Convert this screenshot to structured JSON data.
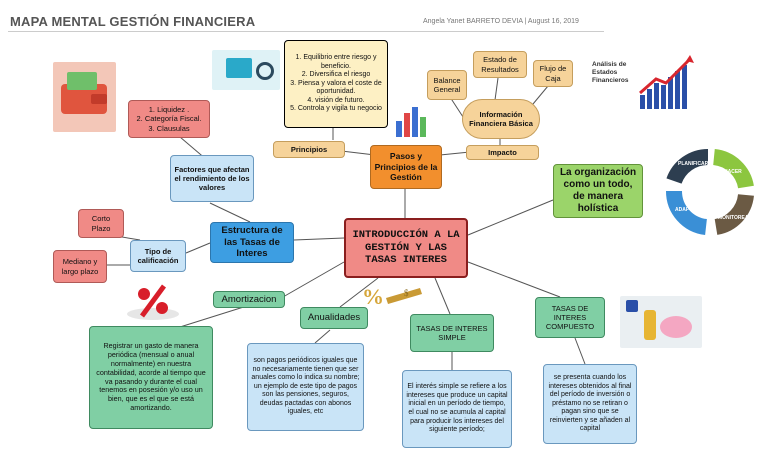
{
  "header": {
    "title": "MAPA MENTAL GESTIÓN FINANCIERA",
    "meta": "Angela Yanet BARRETO DEVIA  |  August 16, 2019"
  },
  "nodes": {
    "central": "INTRODUCCIÓN A LA GESTIÓN Y LAS TASAS INTERES",
    "pasos": "Pasos y Principios de la Gestión",
    "principios_label": "Principios",
    "principios_list": "1. Equilibrio entre riesgo y beneficio.\n2. Diversifica el riesgo\n3. Piensa y valora el coste de oportunidad.\n4. visión de futuro.\n5. Controla y vigila tu negocio",
    "impacto": "Impacto",
    "info_basica": "Información Financiera Básica",
    "balance": "Balance General",
    "estado": "Estado de Resultados",
    "flujo": "Flujo de Caja",
    "analisis": "Análisis de Estados Financieros",
    "organizacion": "La organización como un todo, de manera holística",
    "estructura": "Estructura de las Tasas de Interes",
    "factores": "Factores que afectan el rendimiento de los valores",
    "factores_list": "1. Liquidez .\n2. Categoría Fiscal.\n3. Clausulas",
    "tipo_calif": "Tipo de calificación",
    "corto": "Corto Plazo",
    "mediano": "Mediano y largo plazo",
    "amortizacion": "Amortizacion",
    "amort_desc": "Registrar un gasto de manera periódica (mensual o anual normalmente) en nuestra contabilidad, acorde al tiempo que va pasando y durante el cual tenemos en posesión y/o uso un bien, que es el que se está amortizando.",
    "anualidades": "Anualidades",
    "anual_desc": "son pagos periódicos iguales que no necesariamente tienen que ser anuales como lo indica su nombre; un ejemplo de este tipo de pagos son las pensiones, seguros, deudas pactadas con abonos iguales, etc",
    "simple": "TASAS DE INTERES SIMPLE",
    "simple_desc": "El interés simple se refiere a los intereses que produce un capital inicial en un período de tiempo, el cual no se acumula al capital para producir los intereses del siguiente período;",
    "compuesto": "TASAS DE INTERES COMPUESTO",
    "comp_desc": "se presenta cuando los intereses obtenidos al final del período de inversión o préstamo no se retiran o pagan sino que se reinvierten y se añaden al capital"
  },
  "cycle": {
    "labels": [
      "PLANIFICAR",
      "HACER",
      "MONITOREAR",
      "ADAPTAR"
    ],
    "colors": [
      "#2d3e50",
      "#8cc63f",
      "#6b5a44",
      "#3a8fd6"
    ]
  },
  "colors": {
    "central_bg": "#f08a86",
    "pasos_bg": "#f28f2d",
    "link": "#555555"
  },
  "icons": [
    "wallet-icon",
    "analytics-icon",
    "finance-bars-icon",
    "rising-chart-icon",
    "percent-sign-icon",
    "gold-dollar-icon",
    "piggy-bank-icon"
  ]
}
